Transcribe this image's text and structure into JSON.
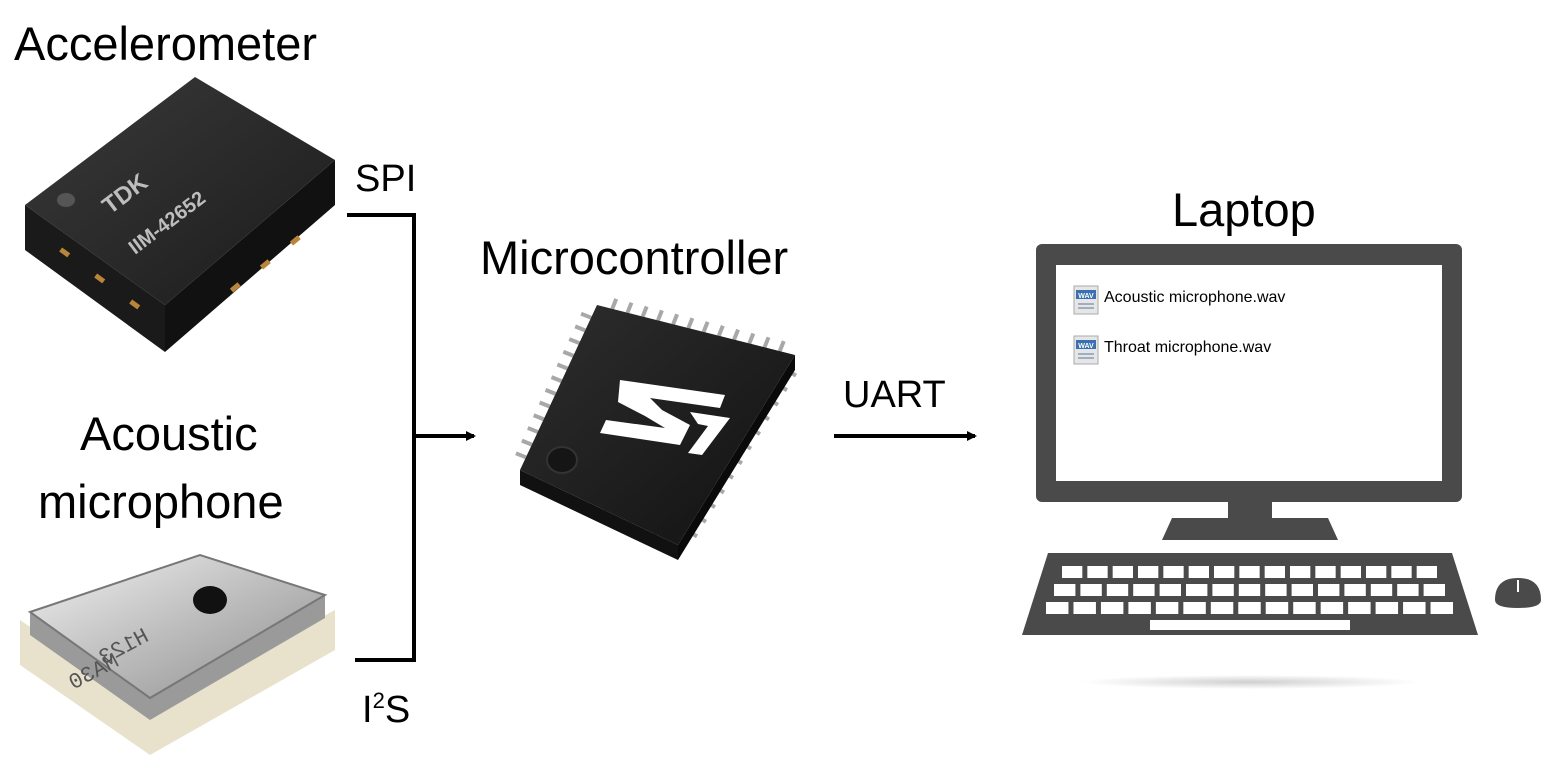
{
  "labels": {
    "accelerometer": "Accelerometer",
    "acoustic_line1": "Acoustic",
    "acoustic_line2": "microphone",
    "microcontroller": "Microcontroller",
    "laptop": "Laptop",
    "spi": "SPI",
    "i2s_base": "I",
    "i2s_sup": "2",
    "i2s_tail": "S",
    "uart": "UART"
  },
  "accelerometer_chip": {
    "brand": "TDK",
    "part": "IIM-42652"
  },
  "microphone_chip": {
    "marking_line1": "H123",
    "marking_line2": "MA30"
  },
  "laptop_files": [
    {
      "icon_text": "WAV",
      "name": "Acoustic microphone.wav"
    },
    {
      "icon_text": "WAV",
      "name": "Throat microphone.wav"
    }
  ],
  "colors": {
    "chip_body": "#222222",
    "laptop_gray": "#4a4a4a",
    "wav_icon": "#3a6fb0",
    "line": "#000000"
  }
}
